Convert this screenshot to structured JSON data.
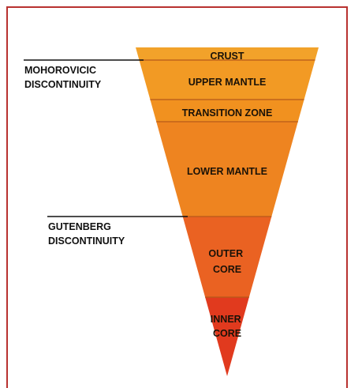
{
  "layers": [
    {
      "id": "crust",
      "lines": [
        "CRUST"
      ],
      "color": "#f2a22a"
    },
    {
      "id": "upper-mantle",
      "lines": [
        "UPPER MANTLE"
      ],
      "color": "#f29a24"
    },
    {
      "id": "transition-zone",
      "lines": [
        "TRANSITION ZONE"
      ],
      "color": "#f1911f"
    },
    {
      "id": "lower-mantle",
      "lines": [
        "LOWER MANTLE"
      ],
      "color": "#ee8420"
    },
    {
      "id": "outer-core",
      "lines": [
        "OUTER",
        "CORE"
      ],
      "color": "#ea6222"
    },
    {
      "id": "inner-core",
      "lines": [
        "INNER",
        "CORE"
      ],
      "color": "#e13a1e"
    }
  ],
  "discontinuities": [
    {
      "id": "mohorovicic",
      "lines": [
        "MOHOROVICIC",
        "DISCONTINUITY"
      ]
    },
    {
      "id": "gutenberg",
      "lines": [
        "GUTENBERG",
        "DISCONTINUITY"
      ]
    }
  ],
  "colors": {
    "frame": "#b83230",
    "boundary": "#b85a1a",
    "pointer": "#111111"
  }
}
